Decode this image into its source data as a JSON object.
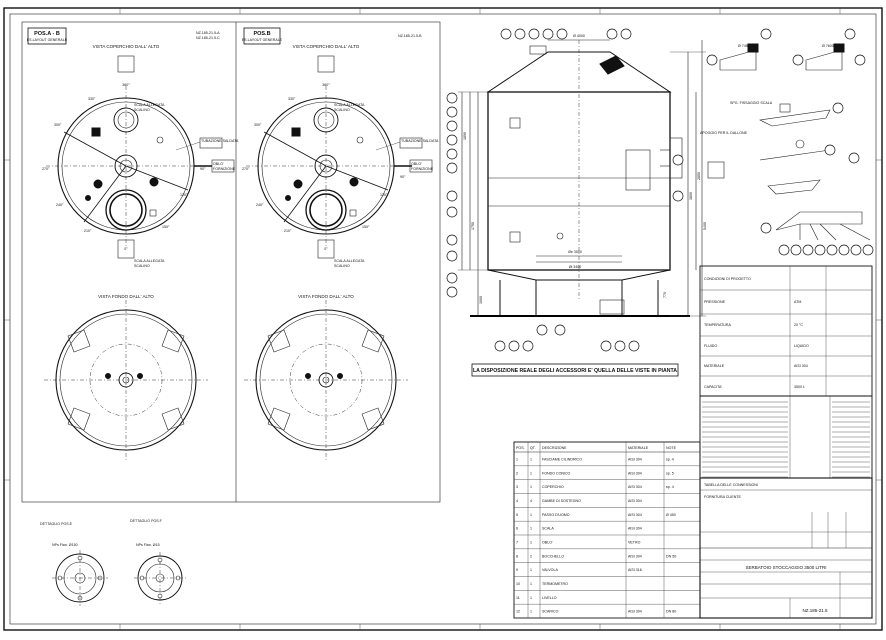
{
  "sheet": {
    "views": {
      "top_view_title": "VISTA COPERCHIO DALL' ALTO",
      "bottom_view_title": "VISTA FONDO DALL' ALTO",
      "panel_a_label": "POS.A - B",
      "panel_a_sub": "ES.LAYOUT GENERALE",
      "panel_b_label": "POS.B",
      "panel_b_sub": "ES.LAYOUT GENERALE",
      "panel_a_ref_1": "NZ.185-21.5-A",
      "panel_a_ref_2": "NZ.185-21.5-C",
      "panel_b_ref": "NZ.185-21.5-B",
      "angle_top": "360°",
      "angle_right": "90°",
      "angle_bottom": "0°",
      "angle_left": "270°",
      "angle_300": "300°",
      "angle_330": "330°",
      "angle_120": "120°",
      "angle_150": "150°",
      "angle_210": "210°",
      "angle_240": "240°",
      "scala_label": "SCALA ALLEGATA",
      "scala_sub": "SCALINO",
      "oblo_label": "OBLO'",
      "oblo_sub": "FORNIZIONE",
      "tubazione": "TUBAZIONE SALDATA",
      "dettaglio_1": "DETTAGLIO POS.E",
      "dettaglio_2": "DETTAGLIO POS.F",
      "dettaglio_1_dim": "NPs Flan. Ø150",
      "dettaglio_2_dim": "NPs Flan. Ø15"
    },
    "elevation": {
      "note": "LA DISPOSIZIONE REALE DEGLI ACCESSORI E' QUELLA DELLE VISTE IN PIANTA",
      "dim_top": "Ø 4000",
      "dim_1": "Øe 3500",
      "dim_2": "Øi 3400",
      "dim_height": "3800",
      "dim_total": "5400",
      "dim_leg": "1000",
      "dim_3": "1890",
      "dim_4": "2850",
      "dim_5": "770",
      "dim_6": "1750",
      "detail_title_1": "SPG. FISSAGGIO SCALA",
      "detail_title_2": "APOGGIO PER IL DALLONE",
      "detail_dim_a": "Ø 7450",
      "detail_dim_b": "Ø 7600"
    },
    "parts_list_header": [
      "POS.",
      "QT.",
      "DESCRIZIONE",
      "MATERIALE",
      "NOTE"
    ],
    "parts_rows": [
      [
        "1",
        "1",
        "FASCIAME CILINDRICO",
        "AISI 304",
        "sp. 4"
      ],
      [
        "2",
        "1",
        "FONDO CONICO",
        "AISI 304",
        "sp. 5"
      ],
      [
        "3",
        "1",
        "COPERCHIO",
        "AISI 304",
        "sp. 4"
      ],
      [
        "4",
        "4",
        "GAMBE DI SOSTEGNO",
        "AISI 304",
        ""
      ],
      [
        "5",
        "1",
        "PASSO D'UOMO",
        "AISI 304",
        "Ø 450"
      ],
      [
        "6",
        "1",
        "SCALA",
        "AISI 304",
        ""
      ],
      [
        "7",
        "1",
        "OBLO'",
        "VETRO",
        ""
      ],
      [
        "8",
        "2",
        "BOCCHELLO",
        "AISI 304",
        "DN 50"
      ],
      [
        "9",
        "1",
        "VALVOLA",
        "AISI 316",
        ""
      ],
      [
        "10",
        "1",
        "TERMOMETRO",
        "",
        ""
      ],
      [
        "11",
        "1",
        "LIVELLO",
        "",
        ""
      ],
      [
        "12",
        "1",
        "SCARICO",
        "AISI 304",
        "DN 80"
      ]
    ],
    "title_block": {
      "client_label": "FORNITURA CLIENTE",
      "table_label": "TABELLA DELLE CONNESSIONI",
      "drawing_title": "SERBATOIO STOCCAGGIO 3500 LITRI",
      "drawing_no": "NZ.185-21.5",
      "spec_rows": [
        [
          "CONDIZIONI DI PROGETTO",
          "",
          ""
        ],
        [
          "PRESSIONE",
          "ATM",
          ""
        ],
        [
          "TEMPERATURA",
          "20 °C",
          ""
        ],
        [
          "FLUIDO",
          "LIQUIDO",
          ""
        ],
        [
          "MATERIALE",
          "AISI 304",
          ""
        ],
        [
          "CAPACITA'",
          "3500 L",
          ""
        ]
      ]
    }
  }
}
